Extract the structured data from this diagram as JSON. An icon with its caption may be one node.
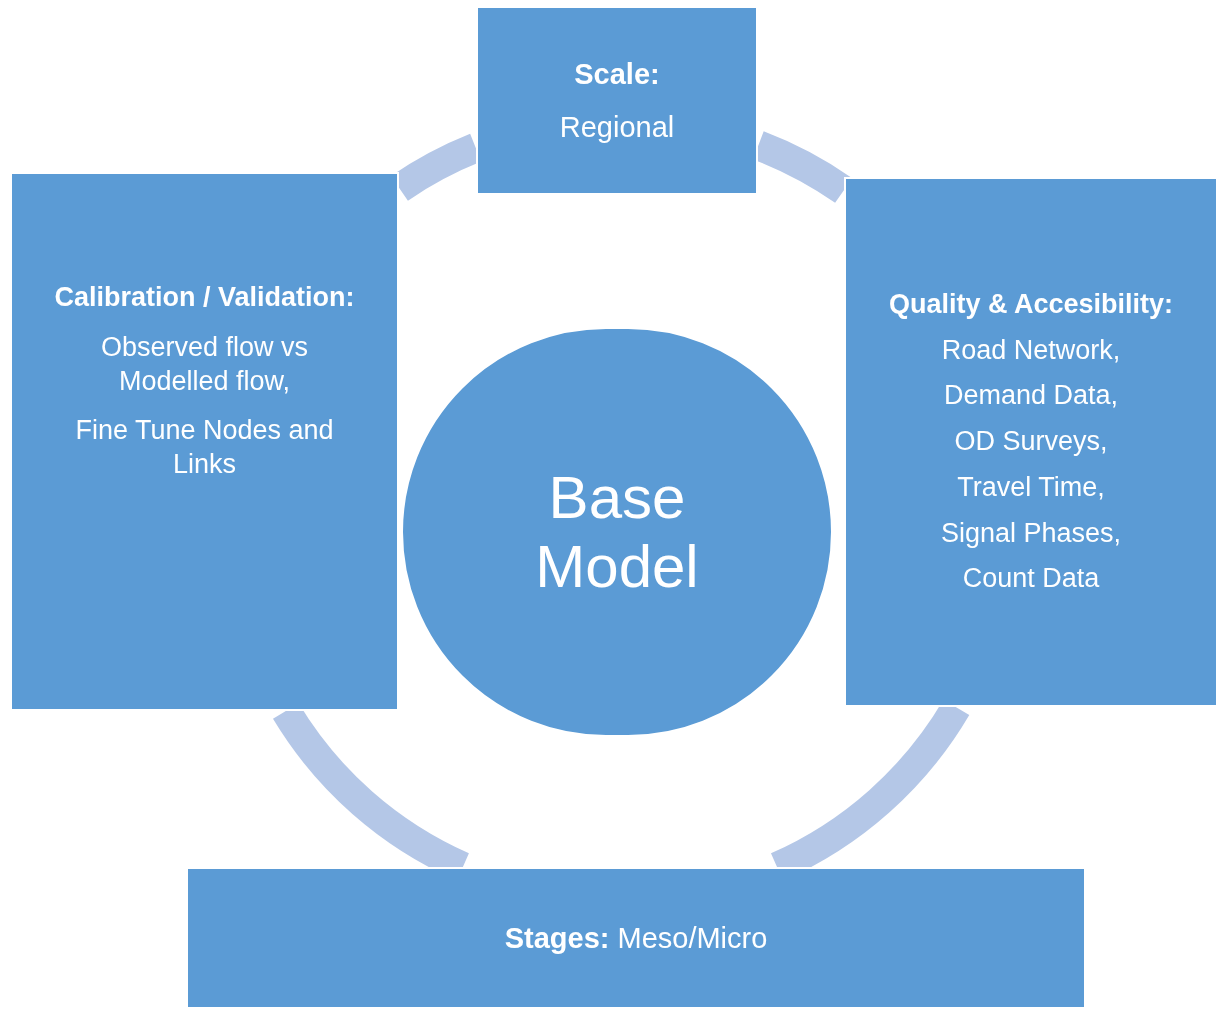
{
  "diagram": {
    "nodes": [
      {
        "text": [
          "Scale:",
          "Regional"
        ]
      },
      {
        "text": [
          "**Quality & Accesibility**:",
          "Road Network,",
          "Demand Data,",
          "OD Surveys,",
          "Travel Time,",
          "Signal Phases,",
          "Count Data"
        ]
      },
      {
        "text": [
          "**Stages:** Meso/Micro"
        ]
      },
      {
        "text": [
          "Calibration / Validation:",
          "Observed flow vs Modelled flow,",
          "Fine Tune Nodes and Links"
        ]
      },
      {
        "text": [
          "Base Model"
        ]
      }
    ],
    "edges": [
      {
        "from": 0,
        "to": 1,
        "arrow": "none"
      },
      {
        "from": 1,
        "to": 2,
        "arrow": "none"
      },
      {
        "from": 2,
        "to": 3,
        "arrow": "none"
      },
      {
        "from": 3,
        "to": 0,
        "arrow": "none"
      }
    ]
  }
}
